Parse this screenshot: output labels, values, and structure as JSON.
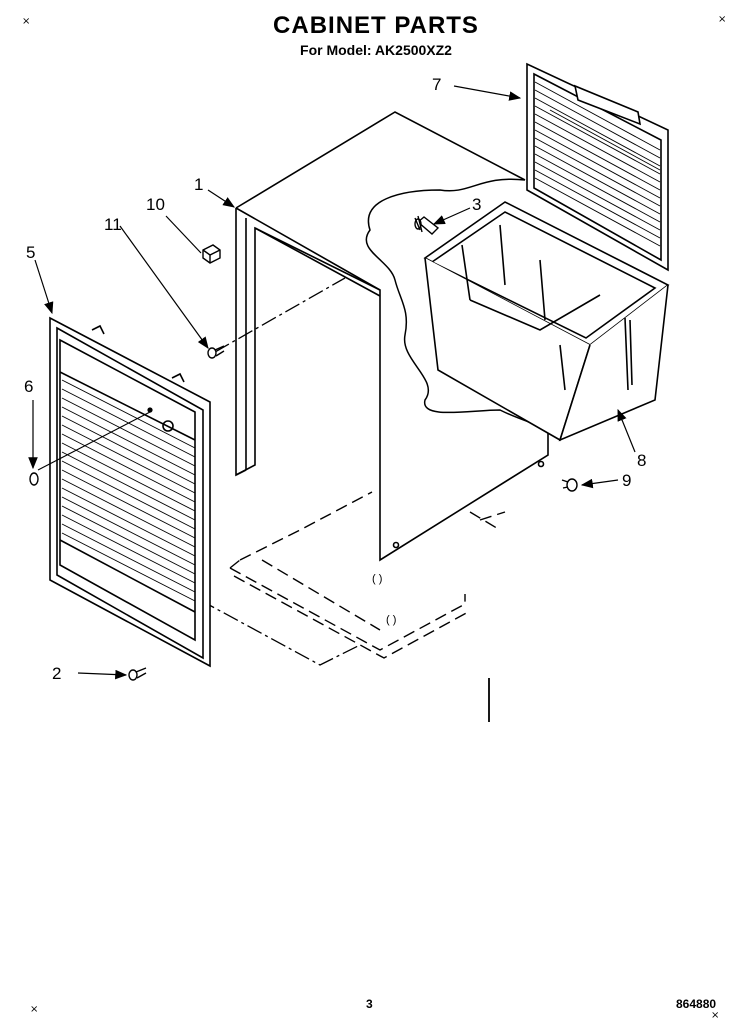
{
  "header": {
    "title": "CABINET PARTS",
    "subtitle": "For Model: AK2500XZ2"
  },
  "corner_marks": {
    "top_left": "×",
    "top_right": "×",
    "bottom_left": "×",
    "bottom_right": "×"
  },
  "callouts": {
    "c1": "1",
    "c2": "2",
    "c3": "3",
    "c5": "5",
    "c6": "6",
    "c7": "7",
    "c8": "8",
    "c9": "9",
    "c10": "10",
    "c11": "11"
  },
  "footer": {
    "page_number": "3",
    "document_number": "864880"
  }
}
